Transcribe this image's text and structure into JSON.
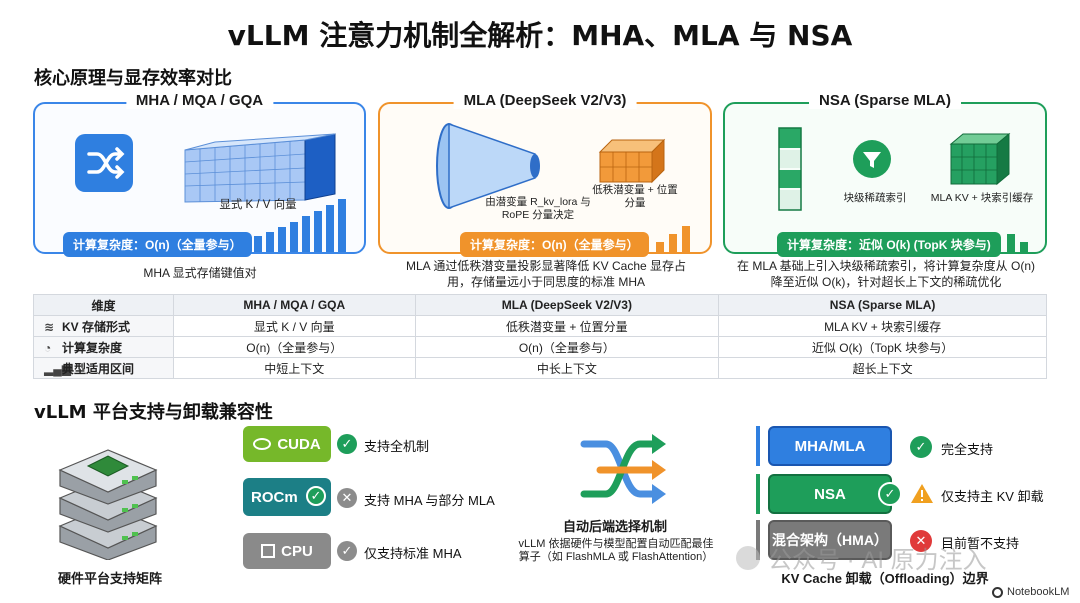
{
  "title": "vLLM 注意力机制全解析：MHA、MLA 与 NSA",
  "section1": "核心原理与显存效率对比",
  "section2": "vLLM 平台支持与卸载兼容性",
  "panels": {
    "mha": {
      "title": "MHA / MQA / GQA",
      "cube_label": "显式 K / V 向量",
      "complexity": "计算复杂度：O(n)（全量参与）",
      "caption": "MHA 显式存储键值对",
      "color": "#2f7fe0"
    },
    "mla": {
      "title": "MLA (DeepSeek V2/V3)",
      "funnel_label": "由潜变量 R_kv_lora 与 RoPE 分量决定",
      "cube_label": "低秩潜变量 + 位置分量",
      "complexity": "计算复杂度：O(n)（全量参与）",
      "caption": "MLA 通过低秩潜变量投影显著降低 KV Cache 显存占用，存储量远小于同思度的标准 MHA",
      "color": "#f0932b"
    },
    "nsa": {
      "title": "NSA (Sparse MLA)",
      "filter_label": "块级稀疏索引",
      "cube_label": "MLA KV + 块索引缓存",
      "complexity": "计算复杂度：近似 O(k) (TopK 块参与)",
      "caption": "在 MLA 基础上引入块级稀疏索引，将计算复杂度从 O(n) 降至近似 O(k)，针对超长上下文的稀疏优化",
      "color": "#1e9e5a"
    }
  },
  "table": {
    "header": [
      "维度",
      "MHA / MQA / GQA",
      "MLA (DeepSeek V2/V3)",
      "NSA (Sparse MLA)"
    ],
    "rows": [
      {
        "icon": "layers-icon",
        "cells": [
          "KV 存储形式",
          "显式 K / V 向量",
          "低秩潜变量 + 位置分量",
          "MLA KV + 块索引缓存"
        ]
      },
      {
        "icon": "gauge-icon",
        "cells": [
          "计算复杂度",
          "O(n)（全量参与）",
          "O(n)（全量参与）",
          "近似 O(k)（TopK 块参与）"
        ]
      },
      {
        "icon": "bars-icon",
        "cells": [
          "典型适用区间",
          "中短上下文",
          "中长上下文",
          "超长上下文"
        ]
      }
    ]
  },
  "hardware": {
    "label": "硬件平台支持矩阵",
    "platforms": [
      {
        "name": "CUDA",
        "status": "支持全机制",
        "color": "#76b82a",
        "status_color": "#1e9e5a"
      },
      {
        "name": "ROCm",
        "status": "支持 MHA 与部分 MLA",
        "color": "#1c7f86",
        "status_color": "#8c8c8c"
      },
      {
        "name": "CPU",
        "status": "仅支持标准 MHA",
        "color": "#8a8a8a",
        "status_color": "#8c8c8c"
      }
    ]
  },
  "backend": {
    "title": "自动后端选择机制",
    "desc": "vLLM 依据硬件与模型配置自动匹配最佳算子（如 FlashMLA 或 FlashAttention）"
  },
  "offload": {
    "title": "KV Cache 卸载（Offloading）边界",
    "items": [
      {
        "name": "MHA/MLA",
        "status": "完全支持",
        "color": "#2f7fe0",
        "status_color": "#1e9e5a",
        "status_icon": "check-icon"
      },
      {
        "name": "NSA",
        "status": "仅支持主 KV 卸载",
        "color": "#1e9e5a",
        "status_color": "#f0a020",
        "status_icon": "warning-icon"
      },
      {
        "name": "混合架构（HMA）",
        "status": "目前暂不支持",
        "color": "#7a7a7a",
        "status_color": "#e03a3a",
        "status_icon": "error-icon"
      }
    ]
  },
  "watermark": "公众号 · AI 原力注入",
  "brand": "NotebookLM"
}
